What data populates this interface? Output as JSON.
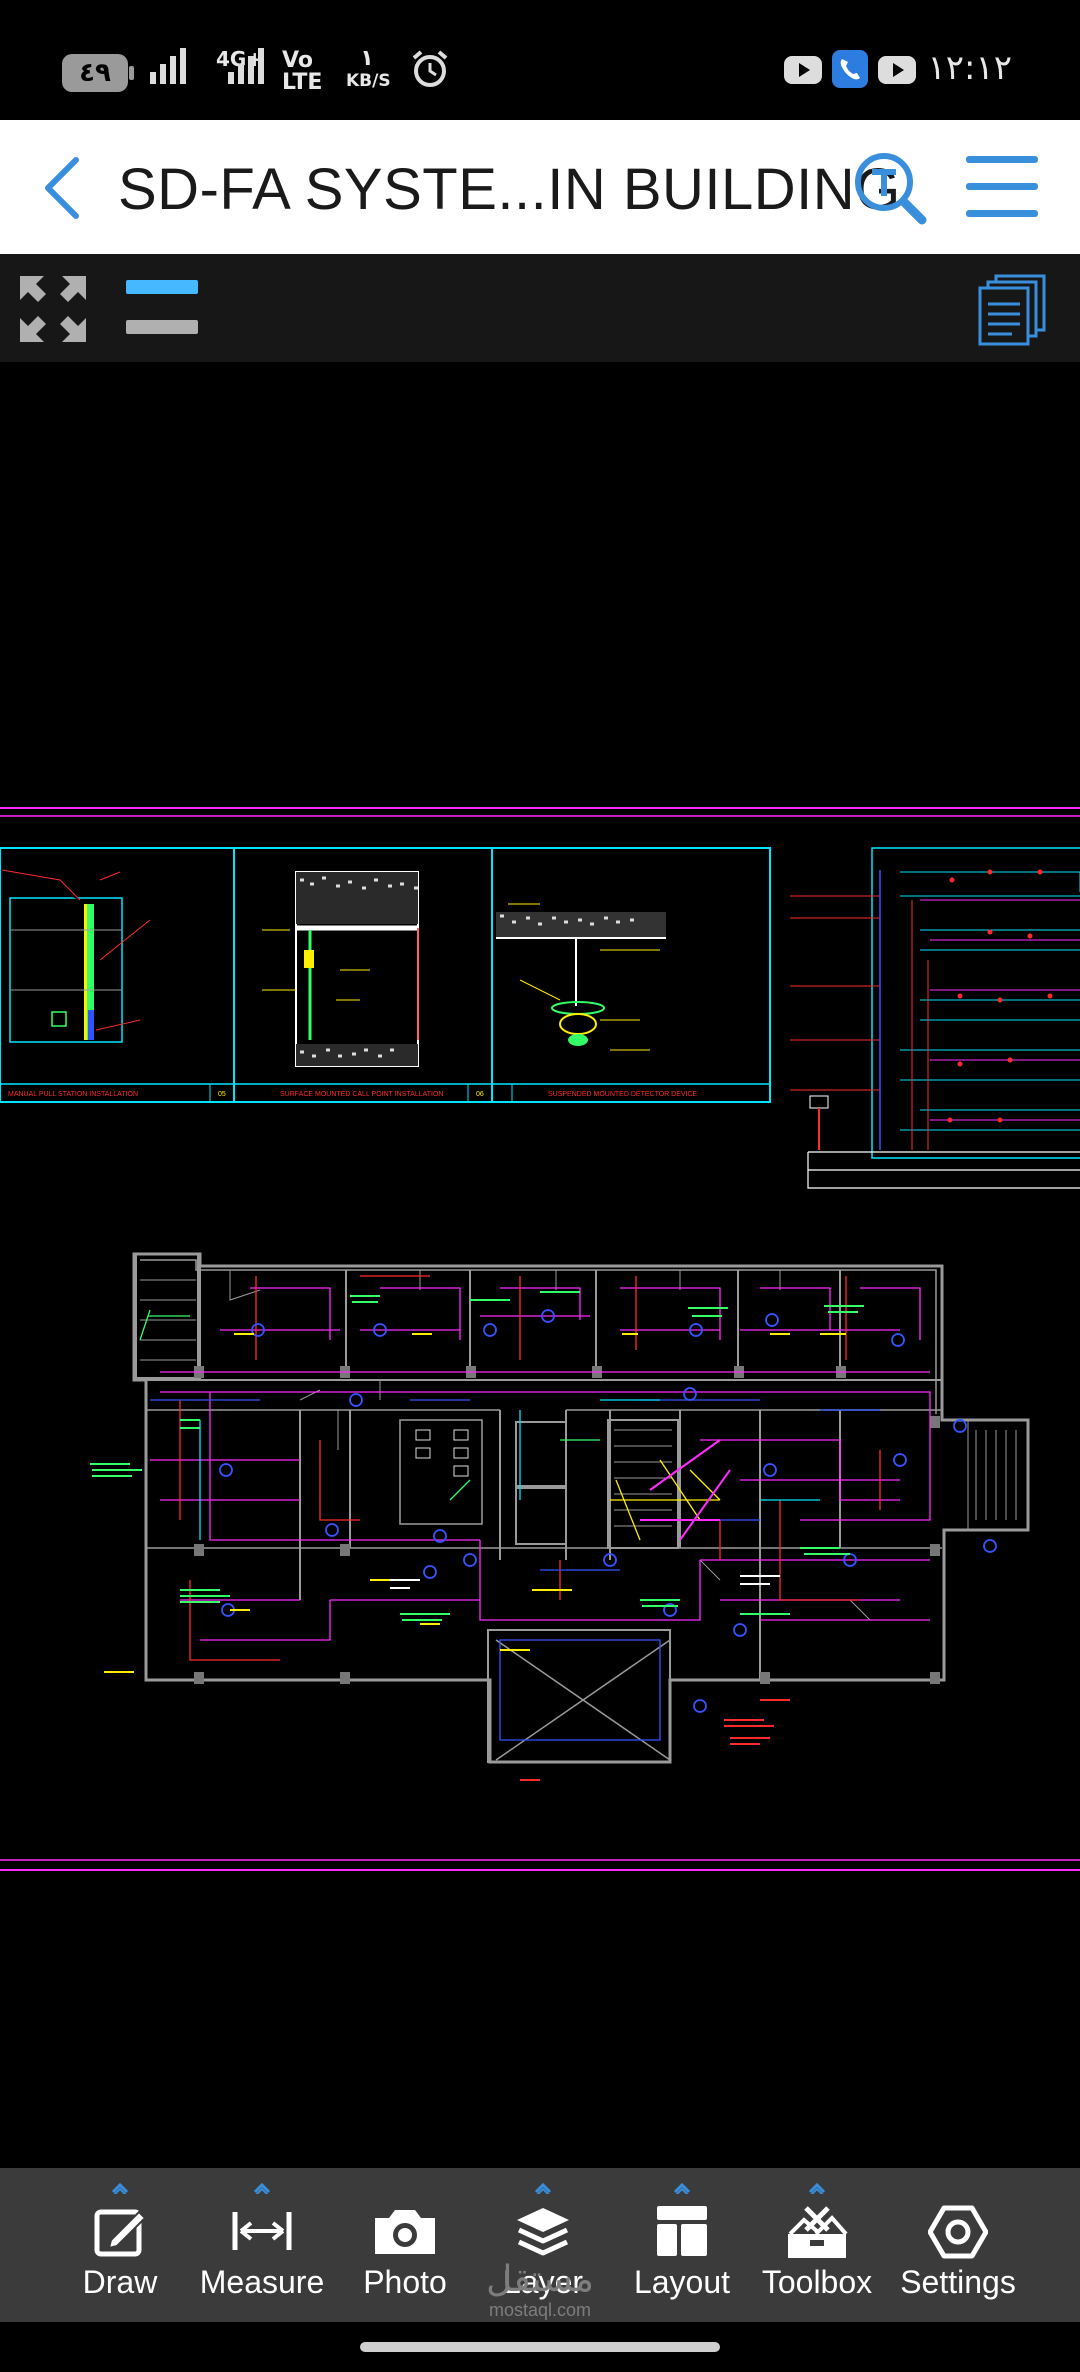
{
  "status_bar": {
    "battery": "٤٩",
    "network_type": "4G+",
    "volte_top": "Vo",
    "volte_bottom": "LTE",
    "speed_value": "١",
    "speed_unit": "KB/S",
    "time": "١٢:١٢"
  },
  "header": {
    "title": "SD-FA SYSTE...IN BUILDING"
  },
  "toolbar": {
    "expand_icon": "fullscreen-icon",
    "layers_icon": "layer-toggle-icon",
    "sheets_icon": "sheets-icon"
  },
  "drawing": {
    "details": {
      "captions": [
        "MANUAL PULL STATION INSTALLATION",
        "SURFACE MOUNTED CALL POINT INSTALLATION",
        "SUSPENDED MOUNTED DETECTOR DEVICE"
      ],
      "numbers": [
        "05",
        "06"
      ]
    }
  },
  "bottom_nav": {
    "items": [
      {
        "label": "Draw",
        "icon": "draw-icon",
        "has_caret": true
      },
      {
        "label": "Measure",
        "icon": "measure-icon",
        "has_caret": true
      },
      {
        "label": "Photo",
        "icon": "camera-icon",
        "has_caret": false
      },
      {
        "label": "Layer",
        "icon": "layers-icon",
        "has_caret": true
      },
      {
        "label": "Layout",
        "icon": "layout-icon",
        "has_caret": true
      },
      {
        "label": "Toolbox",
        "icon": "toolbox-icon",
        "has_caret": true
      },
      {
        "label": "Settings",
        "icon": "settings-icon",
        "has_caret": false
      }
    ]
  },
  "watermark": {
    "arabic": "مستقل",
    "site": "mostaql.com"
  },
  "colors": {
    "accent": "#3a8fdc",
    "background": "#000000",
    "appbar": "#ffffff",
    "bottom_bar": "#3b3b3b",
    "cad_cyan": "#00e5ff",
    "cad_magenta": "#ff2bff",
    "cad_red": "#ff2a2a",
    "cad_green": "#33ff66",
    "cad_yellow": "#ffee00",
    "cad_blue": "#3355ff",
    "cad_gray": "#9a9a9a"
  }
}
